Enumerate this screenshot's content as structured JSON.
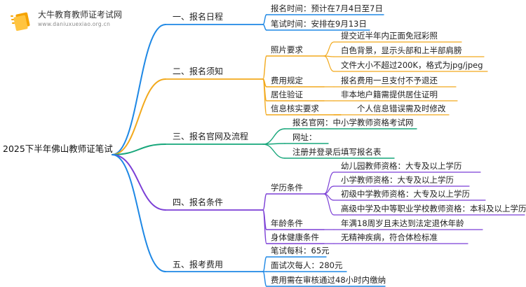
{
  "brand": {
    "name": "大牛教育教师证考试网",
    "url": "www.daniuxuexiao.org.cn"
  },
  "root": "2025下半年佛山教师证笔试",
  "colors": {
    "b1": "#1e88e5",
    "b2": "#f2a91c",
    "b3": "#16a67a",
    "b4": "#7b3fd6",
    "b5": "#1e88e5",
    "logo": "#f5a300"
  },
  "branches": [
    {
      "label": "一、报名日程",
      "items": [
        {
          "text": "报名时间：预计在7月4日至7日"
        },
        {
          "text": "笔试时间：安排在9月13日"
        }
      ]
    },
    {
      "label": "二、报名须知",
      "items": [
        {
          "text": "照片要求",
          "children": [
            "提交近半年内正面免冠彩照",
            "白色背景，显示头部和上半部肩膀",
            "文件大小不超过200K，格式为jpg/jpeg"
          ]
        },
        {
          "text": "费用规定",
          "children": [
            "报名费用一旦支付不予退还"
          ]
        },
        {
          "text": "居住验证",
          "children": [
            "非本地户籍需提供居住证明"
          ]
        },
        {
          "text": "信息核实要求",
          "children": [
            "个人信息错误需及时修改"
          ]
        }
      ]
    },
    {
      "label": "三、报名官网及流程",
      "items": [
        {
          "text": "报名官网：中小学教师资格考试网"
        },
        {
          "text": "网址："
        },
        {
          "text": "注册并登录后填写报名表"
        }
      ]
    },
    {
      "label": "四、报名条件",
      "items": [
        {
          "text": "学历条件",
          "children": [
            "幼儿园教师资格：大专及以上学历",
            "小学教师资格：大专及以上学历",
            "初级中学教师资格：大专及以上学历",
            "高级中学及中等职业学校教师资格：本科及以上学历"
          ]
        },
        {
          "text": "年龄条件",
          "children": [
            "年满18周岁且未达到法定退休年龄"
          ]
        },
        {
          "text": "身体健康条件",
          "children": [
            "无精神疾病，符合体检标准"
          ]
        }
      ]
    },
    {
      "label": "五、报考费用",
      "items": [
        {
          "text": "笔试每科：65元"
        },
        {
          "text": "面试次每人：280元"
        },
        {
          "text": "费用需在审核通过48小时内缴纳"
        }
      ]
    }
  ]
}
